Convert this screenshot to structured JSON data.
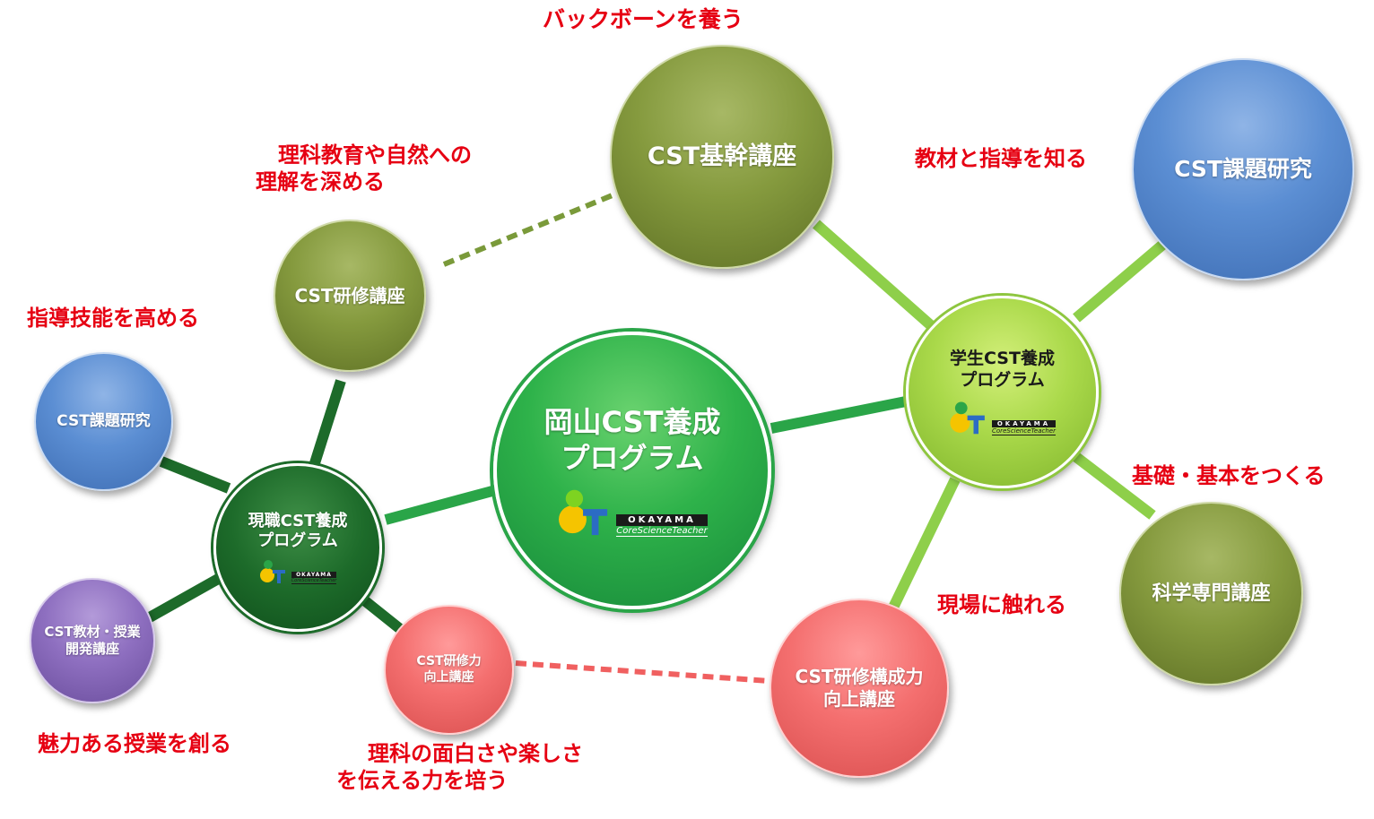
{
  "nodes": {
    "center": {
      "title_line1": "岡山CST養成",
      "title_line2": "プログラム",
      "logo_top": "OKAYAMA",
      "logo_bottom": "CoreScienceTeacher"
    },
    "genshoku": {
      "title_line1": "現職CST養成",
      "title_line2": "プログラム",
      "logo_top": "OKAYAMA",
      "logo_bottom": "CoreScienceTeacher"
    },
    "gakusei": {
      "title_line1": "学生CST養成",
      "title_line2": "プログラム",
      "logo_top": "OKAYAMA",
      "logo_bottom": "CoreScienceTeacher"
    },
    "kikan": {
      "label": "CST基幹講座"
    },
    "kenshu": {
      "label": "CST研修講座"
    },
    "kadai_left": {
      "label": "CST課題研究"
    },
    "kyozai": {
      "line1": "CST教材・授業",
      "line2": "開発講座"
    },
    "kenshuryoku": {
      "line1": "CST研修力",
      "line2": "向上講座"
    },
    "kenshukosei": {
      "line1": "CST研修構成力",
      "line2": "向上講座"
    },
    "kadai_right": {
      "label": "CST課題研究"
    },
    "kagaku": {
      "label": "科学専門講座"
    }
  },
  "annotations": {
    "backbone": "バックボーンを養う",
    "rika_kyoiku_line1": "理科教育や自然への",
    "rika_kyoiku_line2": "理解を深める",
    "shido_gino": "指導技能を高める",
    "miryoku": "魅力ある授業を創る",
    "omoshirosa_line1": "理科の面白さや楽しさ",
    "omoshirosa_line2": "を伝える力を培う",
    "kyozai_shido": "教材と指導を知る",
    "kiso_kihon": "基礎・基本をつくる",
    "genba": "現場に触れる"
  },
  "colors": {
    "dark_green_link": "#1d6b2a",
    "center_link": "#2aa548",
    "light_green_link": "#8ecf4a",
    "olive_dashed": "#7a9a3a",
    "red_dashed": "#f06060",
    "annotation_red": "#e60012"
  }
}
